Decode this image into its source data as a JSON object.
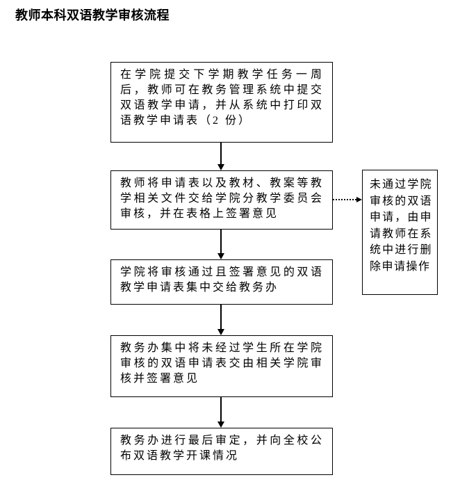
{
  "document": {
    "title": "教师本科双语教学审核流程"
  },
  "flowchart": {
    "type": "vertical-process-flow",
    "steps": [
      {
        "order": 1,
        "text": "在学院提交下学期教学任务一周后，教师可在教务管理系统中提交双语教学申请，并从系统中打印双语教学申请表（2 份）"
      },
      {
        "order": 2,
        "text": "教师将申请表以及教材、教案等教学相关文件交给学院分教学委员会审核，并在表格上签署意见"
      },
      {
        "order": 3,
        "text": "学院将审核通过且签署意见的双语教学申请表集中交给教务办"
      },
      {
        "order": 4,
        "text": "教务办集中将未经过学生所在学院审核的双语申请表交由相关学院审核并签署意见"
      },
      {
        "order": 5,
        "text": "教务办进行最后审定，并向全校公布双语教学开课情况"
      }
    ],
    "side_note": {
      "text": "未通过学院审核的双语申请，由申请教师在系统中进行删除申请操作",
      "connects_from_step": 2,
      "connector_style": "dotted-arrow-right"
    },
    "connectors": [
      "step1->step2",
      "step2->step3",
      "step3->step4",
      "step4->step5",
      "step2->side_note (dotted)"
    ]
  },
  "colors": {
    "background": "#ffffff",
    "box_border": "#000000",
    "text": "#000000",
    "arrow": "#000000"
  }
}
